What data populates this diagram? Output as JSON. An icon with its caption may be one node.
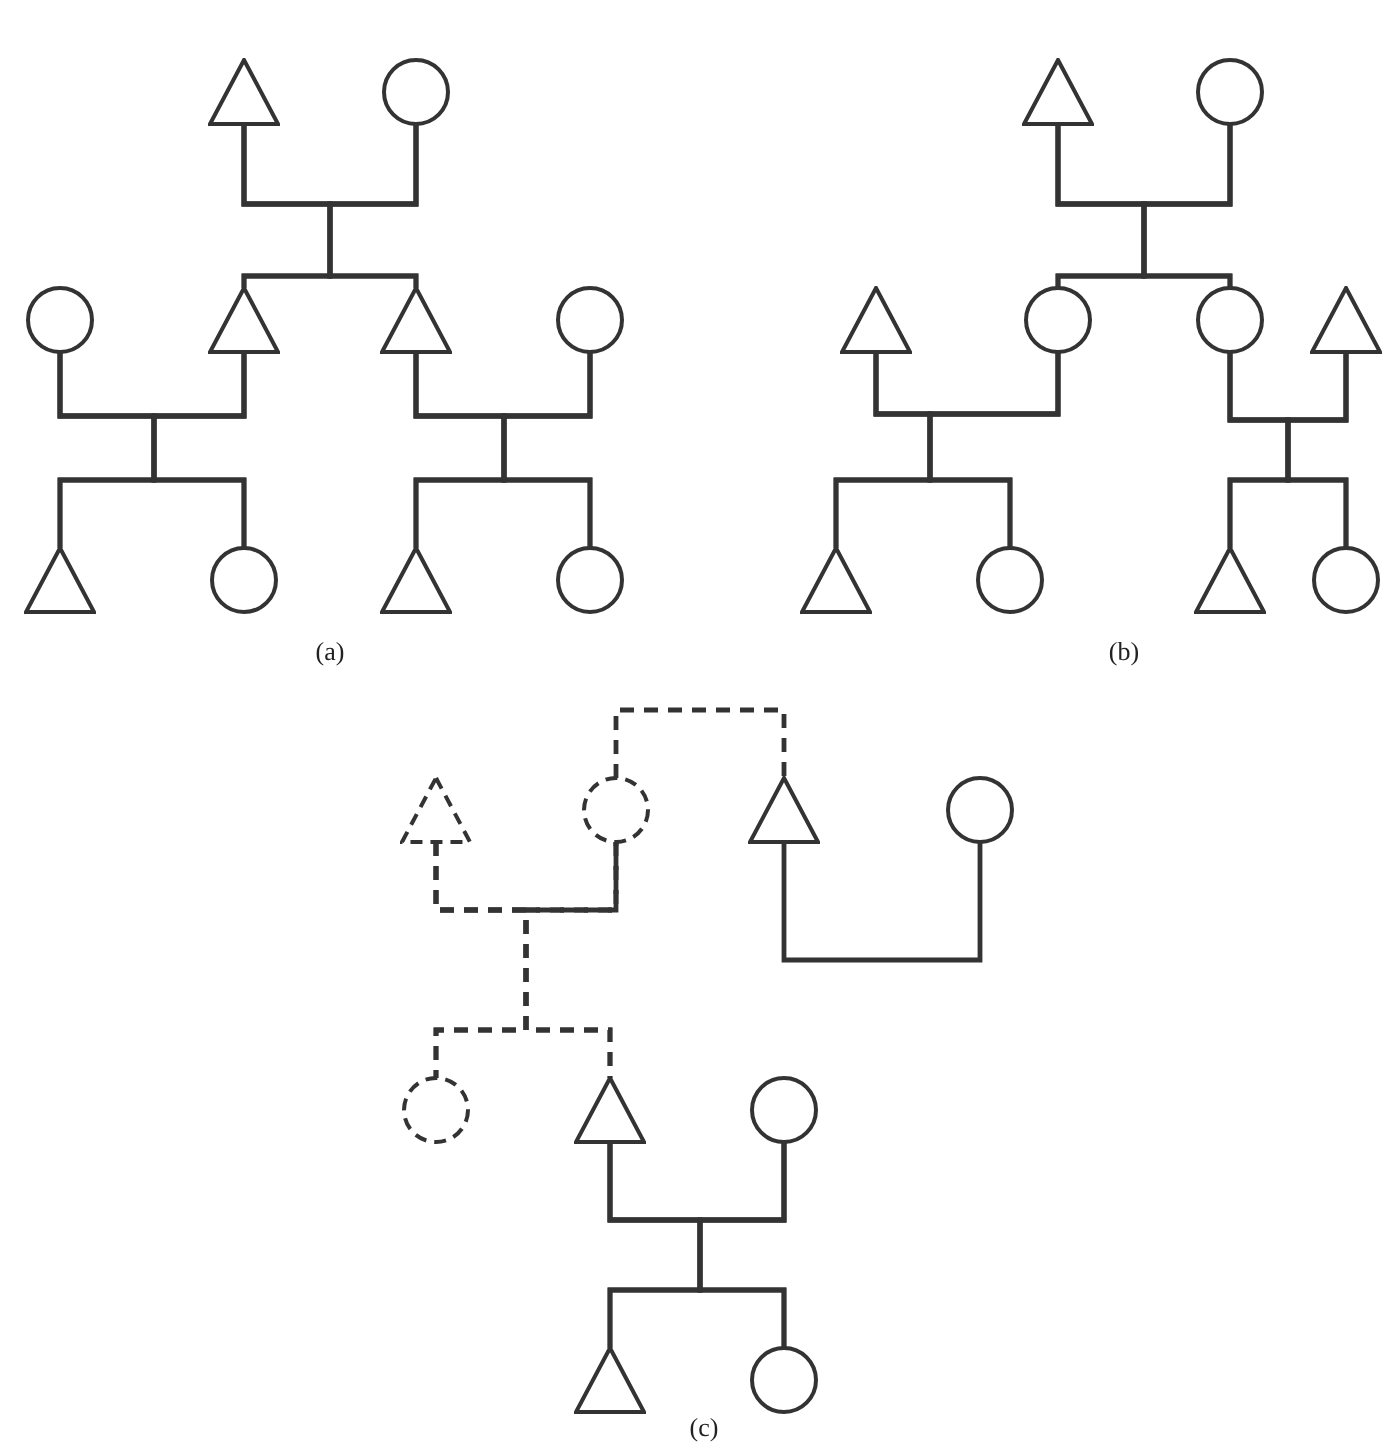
{
  "diagram": {
    "nodes": [
      {
        "text": [],
        "shape": "triangle"
      },
      {
        "text": [],
        "shape": "circle"
      },
      {
        "text": [],
        "shape": "circle"
      },
      {
        "text": [],
        "shape": "triangle"
      },
      {
        "text": [],
        "shape": "triangle"
      },
      {
        "text": [],
        "shape": "circle"
      },
      {
        "text": [],
        "shape": "triangle"
      },
      {
        "text": [],
        "shape": "circle"
      },
      {
        "text": [],
        "shape": "triangle"
      },
      {
        "text": [],
        "shape": "circle"
      },
      {
        "text": [],
        "shape": "triangle"
      },
      {
        "text": [],
        "shape": "circle"
      },
      {
        "text": [],
        "shape": "triangle"
      },
      {
        "text": [],
        "shape": "circle"
      },
      {
        "text": [],
        "shape": "circle"
      },
      {
        "text": [],
        "shape": "triangle"
      },
      {
        "text": [],
        "shape": "triangle"
      },
      {
        "text": [],
        "shape": "circle"
      },
      {
        "text": [],
        "shape": "triangle"
      },
      {
        "text": [],
        "shape": "circle"
      },
      {
        "text": [],
        "shape": "triangle"
      },
      {
        "text": [],
        "shape": "circle"
      },
      {
        "text": [],
        "shape": "triangle"
      },
      {
        "text": [],
        "shape": "circle"
      },
      {
        "text": [],
        "shape": "circle"
      },
      {
        "text": [],
        "shape": "triangle"
      },
      {
        "text": [],
        "shape": "circle"
      },
      {
        "text": [],
        "shape": "triangle"
      },
      {
        "text": [],
        "shape": "circle"
      }
    ],
    "edges": [
      {
        "from": 0,
        "to": 1,
        "arrow": "none"
      },
      {
        "from": 0,
        "to": 3,
        "arrow": "none"
      },
      {
        "from": 1,
        "to": 3,
        "arrow": "none"
      },
      {
        "from": 0,
        "to": 4,
        "arrow": "none"
      },
      {
        "from": 1,
        "to": 4,
        "arrow": "none"
      },
      {
        "from": 2,
        "to": 3,
        "arrow": "none"
      },
      {
        "from": 2,
        "to": 6,
        "arrow": "none"
      },
      {
        "from": 3,
        "to": 6,
        "arrow": "none"
      },
      {
        "from": 2,
        "to": 7,
        "arrow": "none"
      },
      {
        "from": 3,
        "to": 7,
        "arrow": "none"
      },
      {
        "from": 4,
        "to": 5,
        "arrow": "none"
      },
      {
        "from": 4,
        "to": 8,
        "arrow": "none"
      },
      {
        "from": 5,
        "to": 8,
        "arrow": "none"
      },
      {
        "from": 4,
        "to": 9,
        "arrow": "none"
      },
      {
        "from": 5,
        "to": 9,
        "arrow": "none"
      },
      {
        "from": 10,
        "to": 11,
        "arrow": "none"
      },
      {
        "from": 10,
        "to": 13,
        "arrow": "none"
      },
      {
        "from": 11,
        "to": 13,
        "arrow": "none"
      },
      {
        "from": 10,
        "to": 14,
        "arrow": "none"
      },
      {
        "from": 11,
        "to": 14,
        "arrow": "none"
      },
      {
        "from": 12,
        "to": 13,
        "arrow": "none"
      },
      {
        "from": 12,
        "to": 16,
        "arrow": "none"
      },
      {
        "from": 13,
        "to": 16,
        "arrow": "none"
      },
      {
        "from": 12,
        "to": 17,
        "arrow": "none"
      },
      {
        "from": 13,
        "to": 17,
        "arrow": "none"
      },
      {
        "from": 14,
        "to": 15,
        "arrow": "none"
      },
      {
        "from": 14,
        "to": 18,
        "arrow": "none"
      },
      {
        "from": 15,
        "to": 18,
        "arrow": "none"
      },
      {
        "from": 14,
        "to": 19,
        "arrow": "none"
      },
      {
        "from": 15,
        "to": 19,
        "arrow": "none"
      },
      {
        "from": 21,
        "to": 22,
        "arrow": "none",
        "style": "dashed"
      },
      {
        "from": 22,
        "to": 23,
        "arrow": "none"
      },
      {
        "from": 20,
        "to": 21,
        "arrow": "none",
        "style": "dashed"
      },
      {
        "from": 20,
        "to": 24,
        "arrow": "none",
        "style": "dashed"
      },
      {
        "from": 21,
        "to": 24,
        "arrow": "none",
        "style": "dashed"
      },
      {
        "from": 20,
        "to": 25,
        "arrow": "none",
        "style": "dashed"
      },
      {
        "from": 21,
        "to": 25,
        "arrow": "none",
        "style": "dashed"
      },
      {
        "from": 25,
        "to": 26,
        "arrow": "none"
      },
      {
        "from": 25,
        "to": 27,
        "arrow": "none"
      },
      {
        "from": 26,
        "to": 27,
        "arrow": "none"
      },
      {
        "from": 25,
        "to": 28,
        "arrow": "none"
      },
      {
        "from": 26,
        "to": 28,
        "arrow": "none"
      }
    ],
    "labels": [
      "(a)",
      "(b)",
      "(c)"
    ]
  }
}
